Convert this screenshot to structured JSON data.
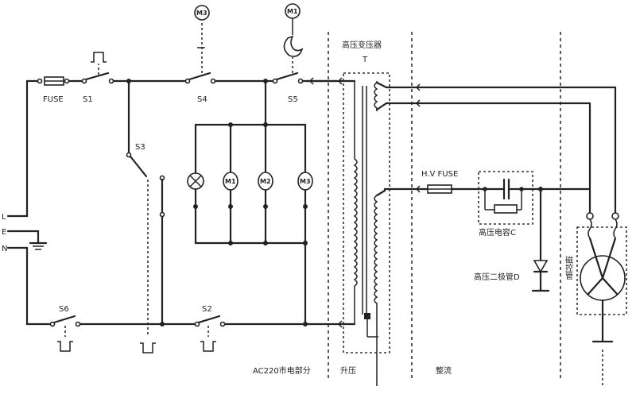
{
  "labels": {
    "fuse": "FUSE",
    "s1": "S1",
    "s2": "S2",
    "s3": "S3",
    "s4": "S4",
    "s5": "S5",
    "s6": "S6",
    "hv_fuse": "H.V FUSE",
    "transformer": "高压变压器",
    "transformer_ref": "T",
    "capacitor": "高压电容C",
    "diode": "高压二极管D",
    "magnetron": "磁控管",
    "terminal_l": "L",
    "terminal_e": "E",
    "terminal_n": "N"
  },
  "motors": {
    "m1": "M1",
    "m2": "M2",
    "m3": "M3",
    "top_m3": "M3",
    "top_m1": "M1"
  },
  "sections": {
    "ac220": "AC220市电部分",
    "step_up": "升压",
    "rectify": "整流"
  }
}
